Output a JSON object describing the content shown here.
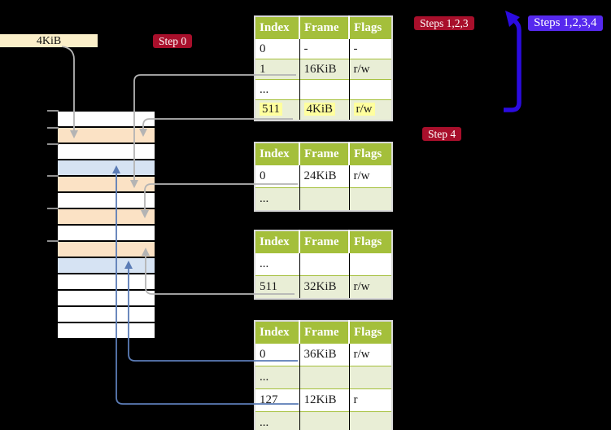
{
  "colors": {
    "canvas_bg": "#000000",
    "crimson_label_bg": "#a80f2b",
    "blue_label_bg": "#5629ee",
    "thick_arrow_blue": "#2b0be0",
    "gray_connector": "#b4b4b4",
    "blue_connector": "#5b7cb6",
    "table_header_green": "#a4bf3b",
    "table_row_green": "#e9eed6",
    "highlight_yellow": "#ffff9e",
    "memory_peach": "#fbe2c5",
    "memory_blue": "#d6e3f3",
    "frame_box_cream": "#fbefc9"
  },
  "frame_box": {
    "label": "4KiB"
  },
  "labels": {
    "step0": "Step 0",
    "steps123": "Steps 1,2,3",
    "steps1234": "Steps 1,2,3,4",
    "step4": "Step 4"
  },
  "memory_map": {
    "rows": [
      "white",
      "peach",
      "white",
      "blue",
      "peach",
      "white",
      "peach",
      "white",
      "peach",
      "blue",
      "white",
      "white",
      "white",
      "white"
    ]
  },
  "page_tables": [
    {
      "name": "page-table-level-top",
      "columns": [
        "Index",
        "Frame",
        "Flags"
      ],
      "rows": [
        {
          "cells": [
            "0",
            "-",
            "-"
          ],
          "shade": "white",
          "highlight": false
        },
        {
          "cells": [
            "1",
            "16KiB",
            "r/w"
          ],
          "shade": "green",
          "highlight": false
        },
        {
          "cells": [
            "...",
            "",
            ""
          ],
          "shade": "white",
          "highlight": false
        },
        {
          "cells": [
            "511",
            "4KiB",
            "r/w"
          ],
          "shade": "green",
          "highlight": true
        }
      ]
    },
    {
      "name": "page-table-second",
      "columns": [
        "Index",
        "Frame",
        "Flags"
      ],
      "rows": [
        {
          "cells": [
            "0",
            "24KiB",
            "r/w"
          ],
          "shade": "white",
          "highlight": false
        },
        {
          "cells": [
            "...",
            "",
            ""
          ],
          "shade": "green",
          "highlight": false
        }
      ]
    },
    {
      "name": "page-table-third",
      "columns": [
        "Index",
        "Frame",
        "Flags"
      ],
      "rows": [
        {
          "cells": [
            "...",
            "",
            ""
          ],
          "shade": "white",
          "highlight": false
        },
        {
          "cells": [
            "511",
            "32KiB",
            "r/w"
          ],
          "shade": "green",
          "highlight": false
        }
      ]
    },
    {
      "name": "page-table-fourth",
      "columns": [
        "Index",
        "Frame",
        "Flags"
      ],
      "rows": [
        {
          "cells": [
            "0",
            "36KiB",
            "r/w"
          ],
          "shade": "white",
          "highlight": false
        },
        {
          "cells": [
            "...",
            "",
            ""
          ],
          "shade": "green",
          "highlight": false
        },
        {
          "cells": [
            "127",
            "12KiB",
            "r"
          ],
          "shade": "white",
          "highlight": false
        },
        {
          "cells": [
            "...",
            "",
            ""
          ],
          "shade": "green",
          "highlight": false
        }
      ]
    }
  ]
}
